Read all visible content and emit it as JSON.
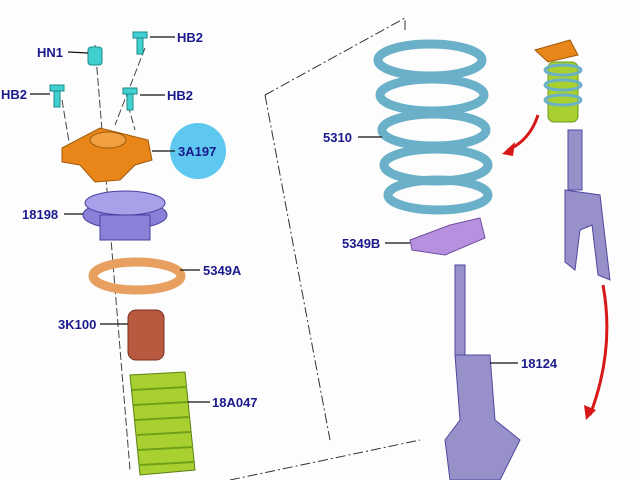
{
  "labels": {
    "hn1": "HN1",
    "hb2_top": "HB2",
    "hb2_left": "HB2",
    "hb2_right": "HB2",
    "mount": "3A197",
    "bearing": "18198",
    "insulator_lower": "5349A",
    "bump_stop": "3K100",
    "boot": "18A047",
    "spring": "5310",
    "insulator_upper": "5349B",
    "strut": "18124"
  },
  "colors": {
    "label": "#1a1a8c",
    "highlight_circle": "#5ec8f0",
    "mount": "#e8861a",
    "bearing": "#8a80d8",
    "insulator": "#e8a060",
    "bump_stop": "#b85a40",
    "boot": "#a8d030",
    "spring": "#88c8d8",
    "bolt": "#40d0d0",
    "arrow": "#d81818"
  }
}
